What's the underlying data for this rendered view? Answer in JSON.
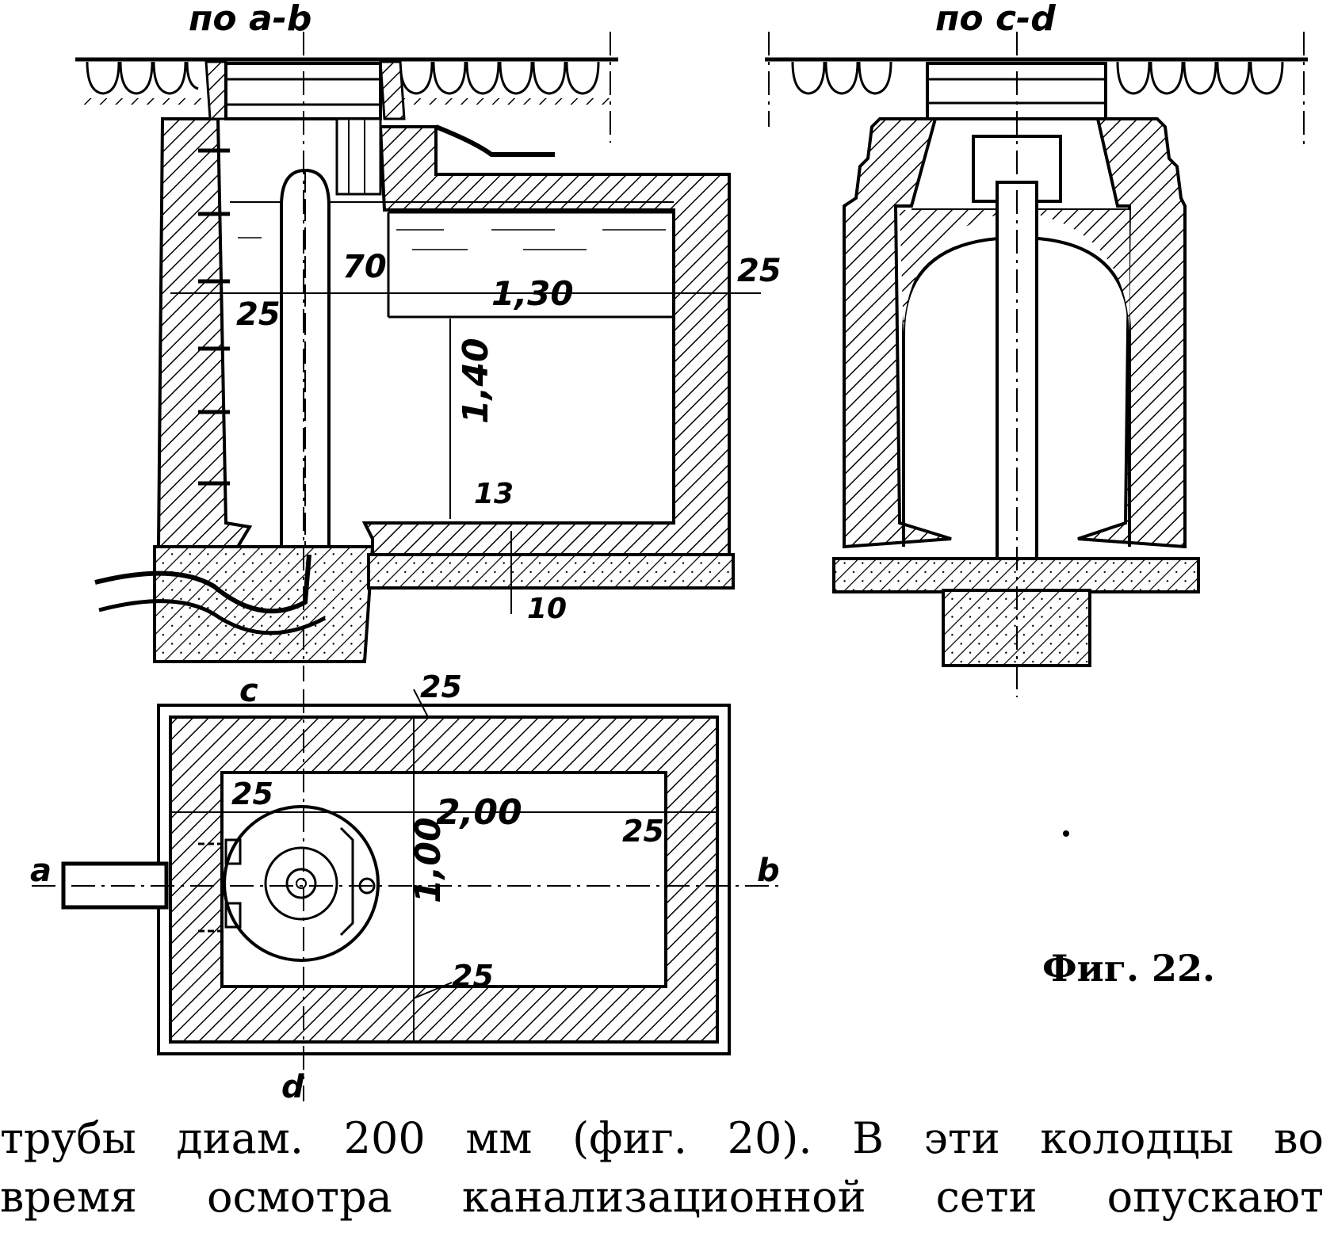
{
  "labels": {
    "section_ab": "по a-b",
    "section_cd": "по c-d",
    "dim_70": "70",
    "dim_130": "1,30",
    "dim_25_top_right": "25",
    "dim_25_top_left": "25",
    "dim_140": "1,40",
    "dim_13": "13",
    "dim_10": "10",
    "plan_c": "c",
    "plan_d": "d",
    "plan_a": "a",
    "plan_b": "b",
    "plan_25_top": "25",
    "plan_25_left": "25",
    "plan_200": "2,00",
    "plan_25_right": "25",
    "plan_100": "1,00",
    "plan_25_bottom": "25"
  },
  "figure_caption": "Фиг. 22.",
  "body_text": {
    "line1": "трубы диам. 200 мм (фиг. 20). В эти колодцы во",
    "line2": "время осмотра канализационной сети опускают"
  }
}
